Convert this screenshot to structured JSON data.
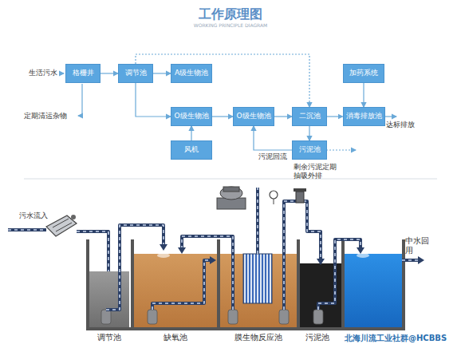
{
  "diagram": {
    "title": "工作原理图",
    "nodes": [
      {
        "text": [
          "格栅井"
        ]
      },
      {
        "text": [
          "调节池"
        ]
      },
      {
        "text": [
          "A级生物池"
        ]
      },
      {
        "text": [
          "O级生物池"
        ]
      },
      {
        "text": [
          "O级生物池"
        ]
      },
      {
        "text": [
          "二沉池"
        ]
      },
      {
        "text": [
          "消毒排放池"
        ]
      },
      {
        "text": [
          "加药系统"
        ]
      },
      {
        "text": [
          "风机"
        ]
      },
      {
        "text": [
          "污泥池"
        ]
      }
    ],
    "edges": [
      {
        "from": 0,
        "to": 1,
        "arrow": "to"
      },
      {
        "from": 1,
        "to": 2,
        "arrow": "to"
      },
      {
        "from": 1,
        "to": 3,
        "arrow": "to"
      },
      {
        "from": 3,
        "to": 4,
        "arrow": "to"
      },
      {
        "from": 4,
        "to": 5,
        "arrow": "to"
      },
      {
        "from": 5,
        "to": 6,
        "arrow": "to"
      },
      {
        "from": 7,
        "to": 6,
        "arrow": "to"
      },
      {
        "from": 8,
        "to": 3,
        "arrow": "to"
      },
      {
        "from": 5,
        "to": 9,
        "arrow": "to"
      },
      {
        "from": 9,
        "to": 4,
        "label": "污泥回流",
        "arrow": "to"
      },
      {
        "from": 1,
        "to": 5,
        "arrow": "to"
      }
    ],
    "labels": [
      "WORKING PRINCIPLE DIAGRAM",
      "生活污水",
      "定期清运杂物",
      "达标排放",
      "剩余污泥定期抽吸外排",
      "污水流入",
      "中水回用",
      "调节池",
      "缺氧池",
      "膜生物反应池",
      "污泥池",
      "北海川流工业社群@HCBBS"
    ]
  }
}
